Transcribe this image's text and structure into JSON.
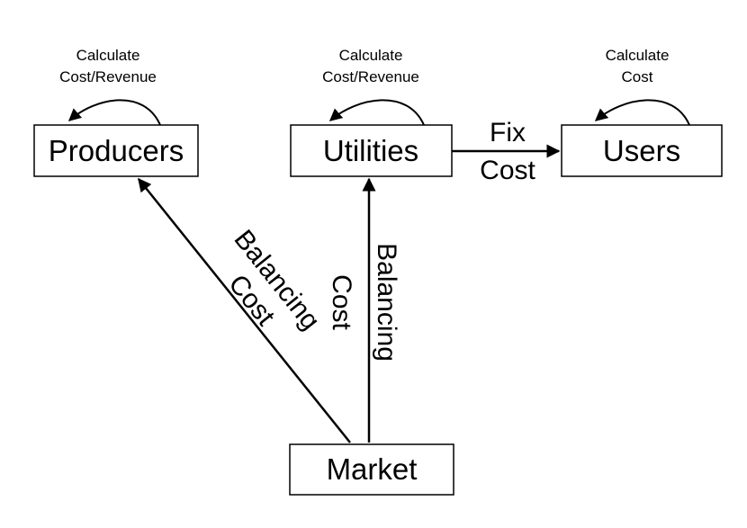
{
  "nodes": {
    "producers": {
      "label": "Producers",
      "note": [
        "Calculate",
        "Cost/Revenue"
      ]
    },
    "utilities": {
      "label": "Utilities",
      "note": [
        "Calculate",
        "Cost/Revenue"
      ]
    },
    "users": {
      "label": "Users",
      "note": [
        "Calculate",
        "Cost"
      ]
    },
    "market": {
      "label": "Market"
    }
  },
  "edges": {
    "utilities_to_users": {
      "label": [
        "Fix",
        "Cost"
      ]
    },
    "market_to_producers": {
      "label": [
        "Balancing",
        "Cost"
      ]
    },
    "market_to_utilities": {
      "label": [
        "Balancing",
        "Cost"
      ]
    }
  }
}
